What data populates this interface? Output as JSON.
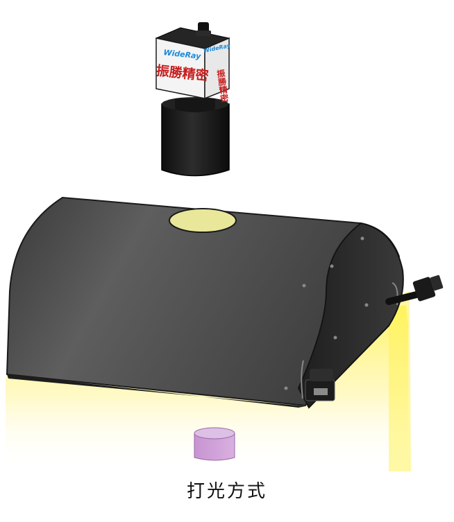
{
  "camera": {
    "brand_front": "WideRay",
    "label_front": "振勝精密",
    "brand_side": "WideRay",
    "label_side": "振勝精密"
  },
  "caption": "打光方式",
  "colors": {
    "dome": "#4a4a4a",
    "dome_dark": "#2a2a2a",
    "light": "#fff35a",
    "aperture": "#e9e79a",
    "object": "#c99bd2",
    "brand": "#1a8ad8",
    "label": "#c81e1e"
  }
}
